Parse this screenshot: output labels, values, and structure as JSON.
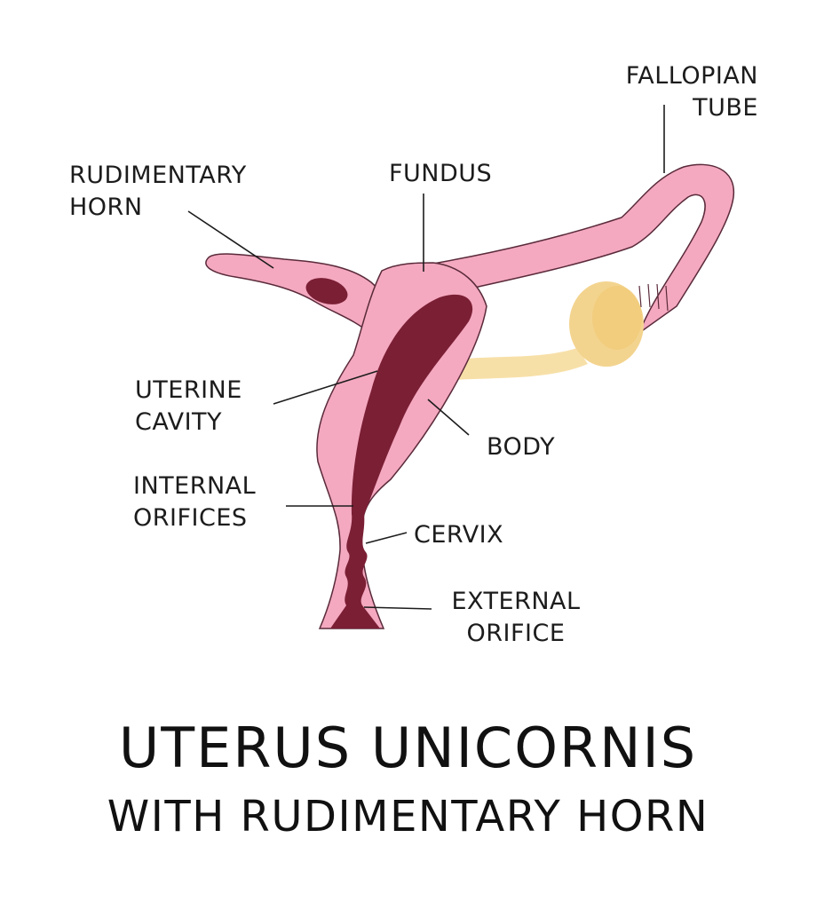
{
  "diagram": {
    "title": "UTERUS UNICORNIS",
    "subtitle": "WITH RUDIMENTARY HORN",
    "labels": {
      "fallopian_tube": [
        "FALLOPIAN",
        "TUBE"
      ],
      "rudimentary_horn": [
        "RUDIMENTARY",
        "HORN"
      ],
      "fundus": [
        "FUNDUS"
      ],
      "uterine_cavity": [
        "UTERINE",
        "CAVITY"
      ],
      "body": [
        "BODY"
      ],
      "internal_orifices": [
        "INTERNAL",
        "ORIFICES"
      ],
      "cervix": [
        "CERVIX"
      ],
      "external_orifice": [
        "EXTERNAL",
        "ORIFICE"
      ]
    },
    "colors": {
      "tissue": "#f4a9c0",
      "outline": "#5a2a3a",
      "cavity": "#7b1f35",
      "ovary": "#f3d48f",
      "ligament": "#f7e0a8",
      "text": "#1c1c1c"
    }
  }
}
